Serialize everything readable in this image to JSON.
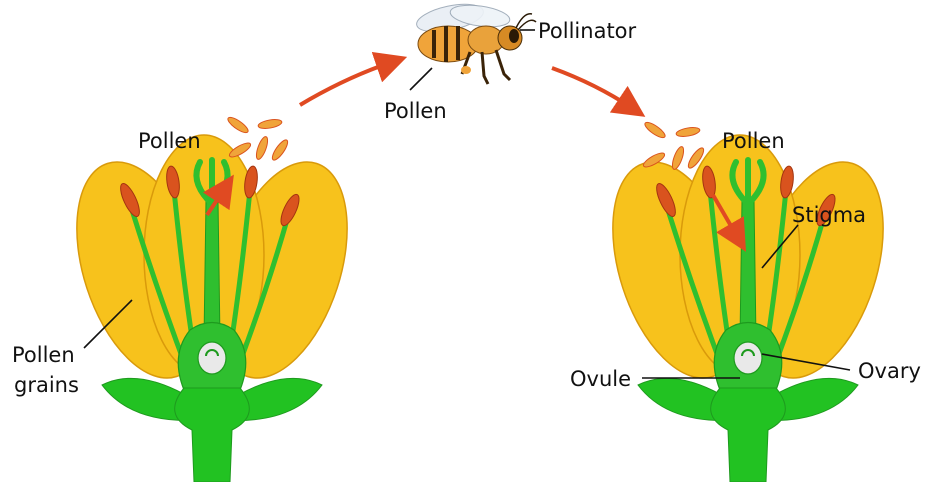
{
  "labels": {
    "pollinator": "Pollinator",
    "pollen_bee": "Pollen",
    "pollen_left": "Pollen",
    "pollen_right": "Pollen",
    "pollen_grains_line1": "Pollen",
    "pollen_grains_line2": "grains",
    "stigma": "Stigma",
    "ovule": "Ovule",
    "ovary": "Ovary"
  },
  "colors": {
    "petal": "#f7c21c",
    "petal_edge": "#d99a0b",
    "stem": "#2fbf2f",
    "stem_dark": "#1e9a1e",
    "anther": "#d9531e",
    "arrow": "#e04a22",
    "pollen": "#f0a43a",
    "ovule": "#e9e9e9"
  },
  "icons": {
    "pollinator": "bee-icon",
    "flower_left": "flower-icon",
    "flower_right": "flower-icon"
  }
}
